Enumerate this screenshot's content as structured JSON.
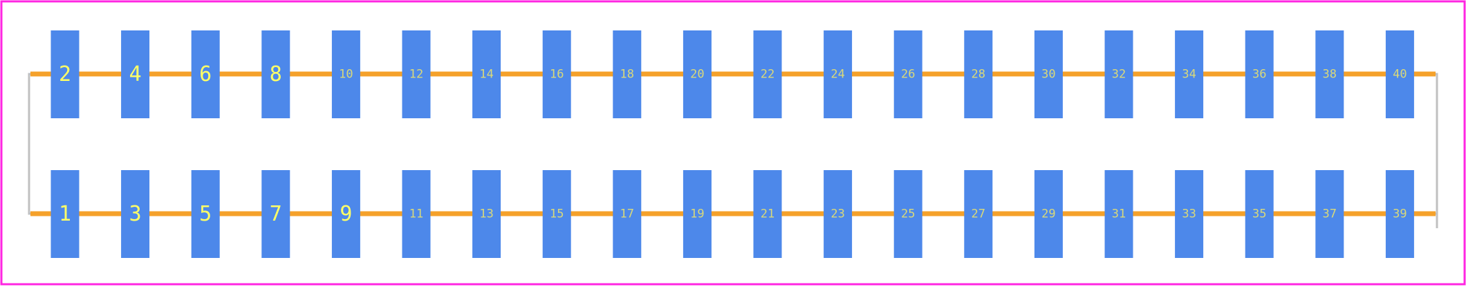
{
  "colors": {
    "background": "#ffffff",
    "border": "#ff26e2",
    "pad": "#4d88ea",
    "trace": "#f5a12a",
    "outline": "#c0c0c0",
    "label_large": "#ffff66",
    "label_small": "#d9d97a"
  },
  "top_row": {
    "pads": [
      {
        "label": "2"
      },
      {
        "label": "4"
      },
      {
        "label": "6"
      },
      {
        "label": "8"
      },
      {
        "label": "10"
      },
      {
        "label": "12"
      },
      {
        "label": "14"
      },
      {
        "label": "16"
      },
      {
        "label": "18"
      },
      {
        "label": "20"
      },
      {
        "label": "22"
      },
      {
        "label": "24"
      },
      {
        "label": "26"
      },
      {
        "label": "28"
      },
      {
        "label": "30"
      },
      {
        "label": "32"
      },
      {
        "label": "34"
      },
      {
        "label": "36"
      },
      {
        "label": "38"
      },
      {
        "label": "40"
      }
    ]
  },
  "bottom_row": {
    "pads": [
      {
        "label": "1"
      },
      {
        "label": "3"
      },
      {
        "label": "5"
      },
      {
        "label": "7"
      },
      {
        "label": "9"
      },
      {
        "label": "11"
      },
      {
        "label": "13"
      },
      {
        "label": "15"
      },
      {
        "label": "17"
      },
      {
        "label": "19"
      },
      {
        "label": "21"
      },
      {
        "label": "23"
      },
      {
        "label": "25"
      },
      {
        "label": "27"
      },
      {
        "label": "29"
      },
      {
        "label": "31"
      },
      {
        "label": "33"
      },
      {
        "label": "35"
      },
      {
        "label": "37"
      },
      {
        "label": "39"
      }
    ]
  }
}
